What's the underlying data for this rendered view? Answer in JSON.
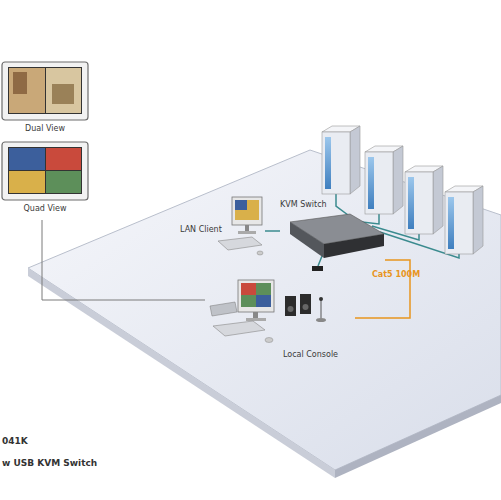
{
  "diagram": {
    "nodes": [
      {
        "text": [
          "Dual View"
        ]
      },
      {
        "text": [
          "Quad View"
        ]
      },
      {
        "text": [
          "KVM Switch"
        ]
      },
      {
        "text": [
          "LAN Client"
        ]
      },
      {
        "text": [
          "Local Console"
        ]
      }
    ],
    "edges": [
      {
        "from": 3,
        "to": 2,
        "arrow": "none"
      },
      {
        "from": 2,
        "to": 4,
        "label": "Cat5 100M",
        "arrow": "none"
      },
      {
        "from": 1,
        "to": 4,
        "arrow": "none"
      }
    ],
    "labels": [
      "041K",
      "w USB KVM Switch"
    ]
  }
}
